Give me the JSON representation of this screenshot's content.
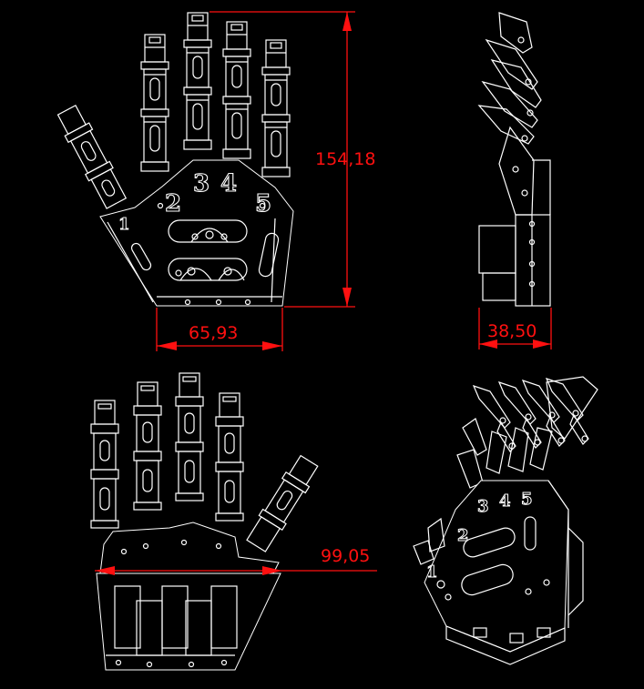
{
  "drawing": {
    "dimensions": {
      "height": "154,18",
      "palm_width": "65,93",
      "side_thickness": "38,50",
      "full_span": "99,05"
    },
    "finger_numbers": [
      "1",
      "2",
      "3",
      "4",
      "5"
    ],
    "colors": {
      "background": "#000000",
      "line": "#ffffff",
      "dimension": "#ff1010"
    }
  }
}
